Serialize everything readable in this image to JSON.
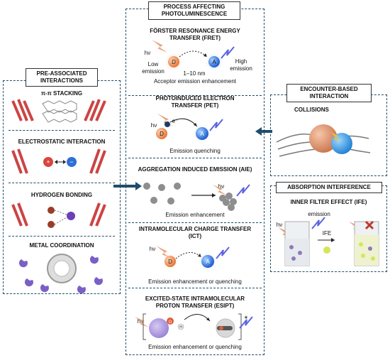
{
  "center": {
    "title": "PROCESS AFFECTING PHOTOLUMINESCENCE",
    "fret": {
      "heading": "FÖRSTER RESONANCE ENERGY TRANSFER (FRET)",
      "hv": "hν",
      "low": "Low emission",
      "high": "High emission",
      "distance": "1–10 nm",
      "caption": "Acceptor emission enhancement",
      "donor": "D",
      "acceptor": "A"
    },
    "pet": {
      "heading": "PHOTOINDUCED ELECTRON TRANSFER (PET)",
      "hv": "hν",
      "electron": "e⁻",
      "donor": "D",
      "acceptor": "A",
      "caption": "Emission quenching"
    },
    "aie": {
      "heading": "AGGREGATION INDUCED EMISSION (AIE)",
      "hv": "hν",
      "caption": "Emission enhancement"
    },
    "ict": {
      "heading": "INTRAMOLECULAR CHARGE TRANSFER (ICT)",
      "hv": "hν",
      "donor": "D",
      "acceptor": "A",
      "caption": "Emission enhancement or quenching"
    },
    "esipt": {
      "heading": "EXCITED-STATE INTRAMOLECULAR PROTON TRANSFER (ESIPT)",
      "hv": "hν",
      "star": "*",
      "atom_o": "O",
      "atom_h": "H",
      "caption": "Emission enhancement or quenching"
    }
  },
  "left": {
    "title": "PRE-ASSOCIATED INTERACTIONS",
    "items": [
      "π-π STACKING",
      "ELECTROSTATIC INTERACTION",
      "HYDROGEN BONDING",
      "METAL COORDINATION"
    ]
  },
  "right_top": {
    "title": "ENCOUNTER-BASED INTERACTION",
    "heading": "COLLISIONS"
  },
  "right_bottom": {
    "title": "ABSORPTION INTERFERENCE",
    "heading": "INNER FILTER EFFECT (IFE)",
    "emission": "emission",
    "hv": "hν",
    "ife": "IFE"
  },
  "colors": {
    "border": "#1e4d6b",
    "arrow": "#1e4d6b",
    "donor": "#e8773a",
    "acceptor": "#2f6fd6",
    "bolt": "#e8a07a",
    "emit": "#5a63e0"
  }
}
